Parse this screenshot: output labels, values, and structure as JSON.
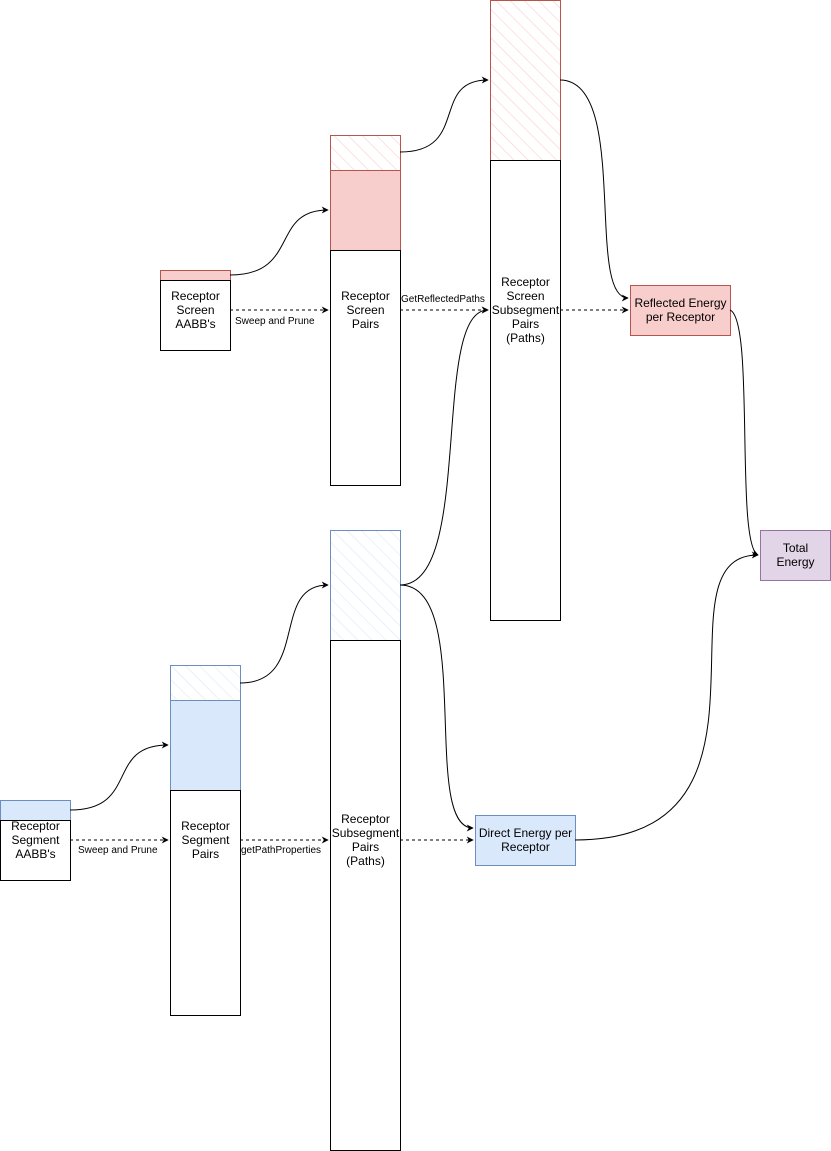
{
  "colors": {
    "red_fill": "#f8cecc",
    "red_stroke": "#b85450",
    "blue_fill": "#dae8fc",
    "blue_stroke": "#6c8ebf",
    "purple_fill": "#e1d5e7",
    "purple_stroke": "#9673a6"
  },
  "nodes": {
    "screen_aabbs": "Receptor\nScreen\nAABB's",
    "screen_pairs": "Receptor\nScreen\nPairs",
    "screen_subsegment_pairs": "Receptor\nScreen\nSubsegment\nPairs\n(Paths)",
    "reflected_energy": "Reflected Energy\nper Receptor",
    "total_energy": "Total\nEnergy",
    "segment_aabbs": "Receptor\nSegment\nAABB's",
    "segment_pairs": "Receptor\nSegment\nPairs",
    "subsegment_pairs": "Receptor\nSubsegment\nPairs\n(Paths)",
    "direct_energy": "Direct Energy per\nReceptor"
  },
  "edges": {
    "sweep_prune_top": "Sweep and Prune",
    "get_reflected_paths": "GetReflectedPaths",
    "sweep_prune_bottom": "Sweep and Prune",
    "get_path_properties": "getPathProperties"
  }
}
